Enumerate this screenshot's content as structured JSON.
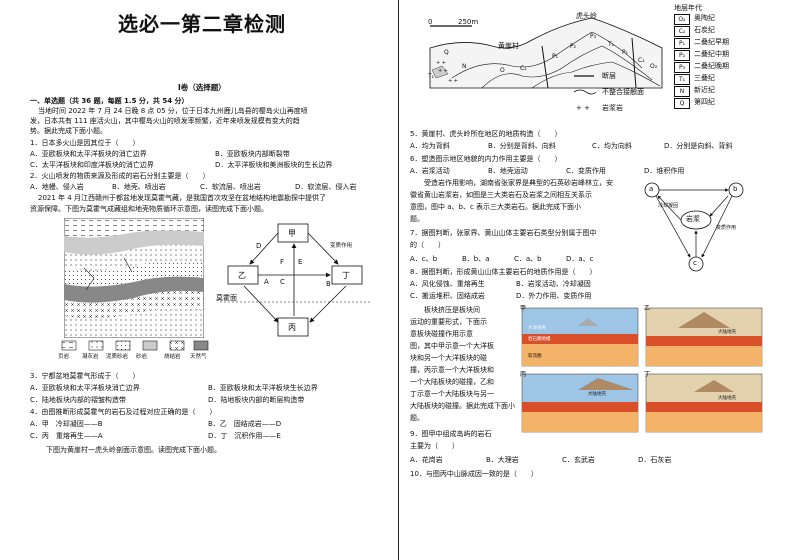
{
  "title": "选必一第二章检测",
  "volume_heading": "I卷（选择题）",
  "left": {
    "section": "一、单选题（共 36 题，每题 1.5 分，共 54 分）",
    "intro": [
      "当地时间 2022 年 7 月 24 日晚 8 点 05 分，位于日本九州鹿儿岛县的樱岛火山再度喷",
      "发，日本共有 111 座活火山，其中樱岛火山的喷发率频繁，近年来喷发规模有变大的趋",
      "势。据此完成下面小题。"
    ],
    "q1": "1．日本多火山是因其位于（　　）",
    "q1_opts": [
      "A．亚欧板块和太平洋板块的消亡边界",
      "B．亚欧板块内部断裂带",
      "C．太平洋板块和印度洋板块的消亡边界",
      "D．太平洋板块和美洲板块的生长边界"
    ],
    "q2": "2．火山喷发的物质来源及形成的岩石分别主要是（　　）",
    "q2_opts": [
      "A．地幔、侵入岩",
      "B．地壳、喷出岩",
      "C．软流层、喷出岩",
      "D．软流层、侵入岩"
    ],
    "passage2": [
      "2021 年 4 月江西赣州于都盆地发现莫霍气藏，是我国首次攻坚在盆地结构地震勘探中提供了",
      "资源保障。下图为莫霍气成藏组和地壳物质循环示意图，读图完成下面小题。"
    ],
    "legend": [
      "页岩",
      "凝灰岩",
      "泥质砂岩",
      "砂岩",
      "烧结岩",
      "天然气"
    ],
    "cycle": {
      "top": "甲",
      "left": "乙",
      "right": "丁",
      "bottom": "丙",
      "arrows": [
        "D",
        "E",
        "F",
        "C",
        "A",
        "B"
      ],
      "moho": "莫霍面",
      "label": "变质作用"
    },
    "q3": "3．宁都盆地莫霍气形成于（　　）",
    "q3_opts": [
      "A．亚欧板块和太平洋板块消亡边界",
      "B．亚欧板块和太平洋板块生长边界",
      "C．陆地板块内部的褶皱构造带",
      "D．陆地板块内部的断层构造带"
    ],
    "q4": "4．由图推断形成莫霍气的岩石及过程对应正确的是（　　）",
    "q4_opts": [
      [
        "A．甲　冷却凝固——B",
        "B．乙　固结成岩——D"
      ],
      [
        "C．丙　重熔再生——A",
        "D．丁　沉积作用——E"
      ]
    ],
    "passage3": "下图为黄崖村一虎头岭剖面示意图。读图完成下面小题。"
  },
  "right": {
    "section_map": {
      "scale_zero": "0",
      "scale_len": "250m",
      "village": "黄崖村",
      "ridge": "虎头岭",
      "map_labels": [
        "Q",
        "N",
        "T₁",
        "O",
        "C₂",
        "P₁",
        "P₂",
        "P₃",
        "T₁",
        "P₁",
        "C₂",
        "O₂"
      ]
    },
    "legend_title": "地层年代",
    "strata": [
      {
        "code": "O₂",
        "name": "奥陶纪"
      },
      {
        "code": "C₂",
        "name": "石炭纪"
      },
      {
        "code": "P₁",
        "name": "二叠纪早期"
      },
      {
        "code": "P₂",
        "name": "二叠纪中期"
      },
      {
        "code": "P₃",
        "name": "二叠纪晚期"
      },
      {
        "code": "T₁",
        "name": "三叠纪"
      },
      {
        "code": "N",
        "name": "新近纪"
      },
      {
        "code": "Q",
        "name": "第四纪"
      }
    ],
    "symbol_legend": [
      "断层",
      "不整合接触面",
      "岩浆岩"
    ],
    "q5": "5．黄崖村、虎头岭所在地区的地质构造（　　）",
    "q5_opts": [
      "A．均为背斜",
      "B．分别是背斜、向斜",
      "C．均为向斜",
      "D．分别是向斜、背斜"
    ],
    "q6": "6．塑造图示地区地貌的内力作用主要是（　　）",
    "q6_opts": [
      "A．岩浆活动",
      "B．地壳运动",
      "C．变质作用",
      "D．堆积作用"
    ],
    "passage4": [
      "　　受造岩作用影响，湖南省张家界是典型的石英砂岩峰林立，安",
      "徽省黄山岩浆岩，如图是三大类岩石及岩浆之间相互关系示",
      "意图，图中 a、b、c 表示三大类岩石。据此完成下面小",
      "题。"
    ],
    "cycle_nodes": {
      "a": "a",
      "b": "b",
      "c": "c",
      "magma": "岩浆",
      "label_a": "冷却凝固",
      "label_b": "变质作用"
    },
    "q7": "7．据图判断，张家界、黄山山体主要岩石类型分别属于图中",
    "q7_cont": "的（　　）",
    "q7_opts": [
      "A．c、b",
      "B．b、a",
      "C．a、b",
      "D．a、c"
    ],
    "q8": "8．据图判断，形成黄山山体主要岩石的地质作用是（　　）",
    "q8_opts": [
      [
        "A．风化侵蚀、重熔再生",
        "B．岩浆活动、冷却凝固"
      ],
      [
        "C．搬运堆积、固结成岩",
        "D．外力作用、变质作用"
      ]
    ],
    "passage5": [
      "　　板块挤压是板块间",
      "运动的重要形式，下面示",
      "意板块碰撞作用示意",
      "图，其中甲示意一个大洋板",
      "块和另一个大洋板块的碰",
      "撞，丙示意一个大洋板块和",
      "一个大陆板块的碰撞，乙和",
      "丁示意一个大陆板块与另一",
      "大陆板块的碰撞。据此完成下面小",
      "题。"
    ],
    "panels": [
      "甲",
      "乙",
      "丙",
      "丁"
    ],
    "panel_labels": [
      "大洋地壳",
      "岩石圈地幔",
      "软流圈",
      "大陆地壳"
    ],
    "q9": "9．图甲中组成岛屿的岩石",
    "q9_cont": "主要为（　　）",
    "q9_opts": [
      "A．花岗岩",
      "B．大理岩",
      "C．玄武岩",
      "D．石灰岩"
    ],
    "q10": "10．与图丙中山脉成因一致的是（　　）"
  }
}
